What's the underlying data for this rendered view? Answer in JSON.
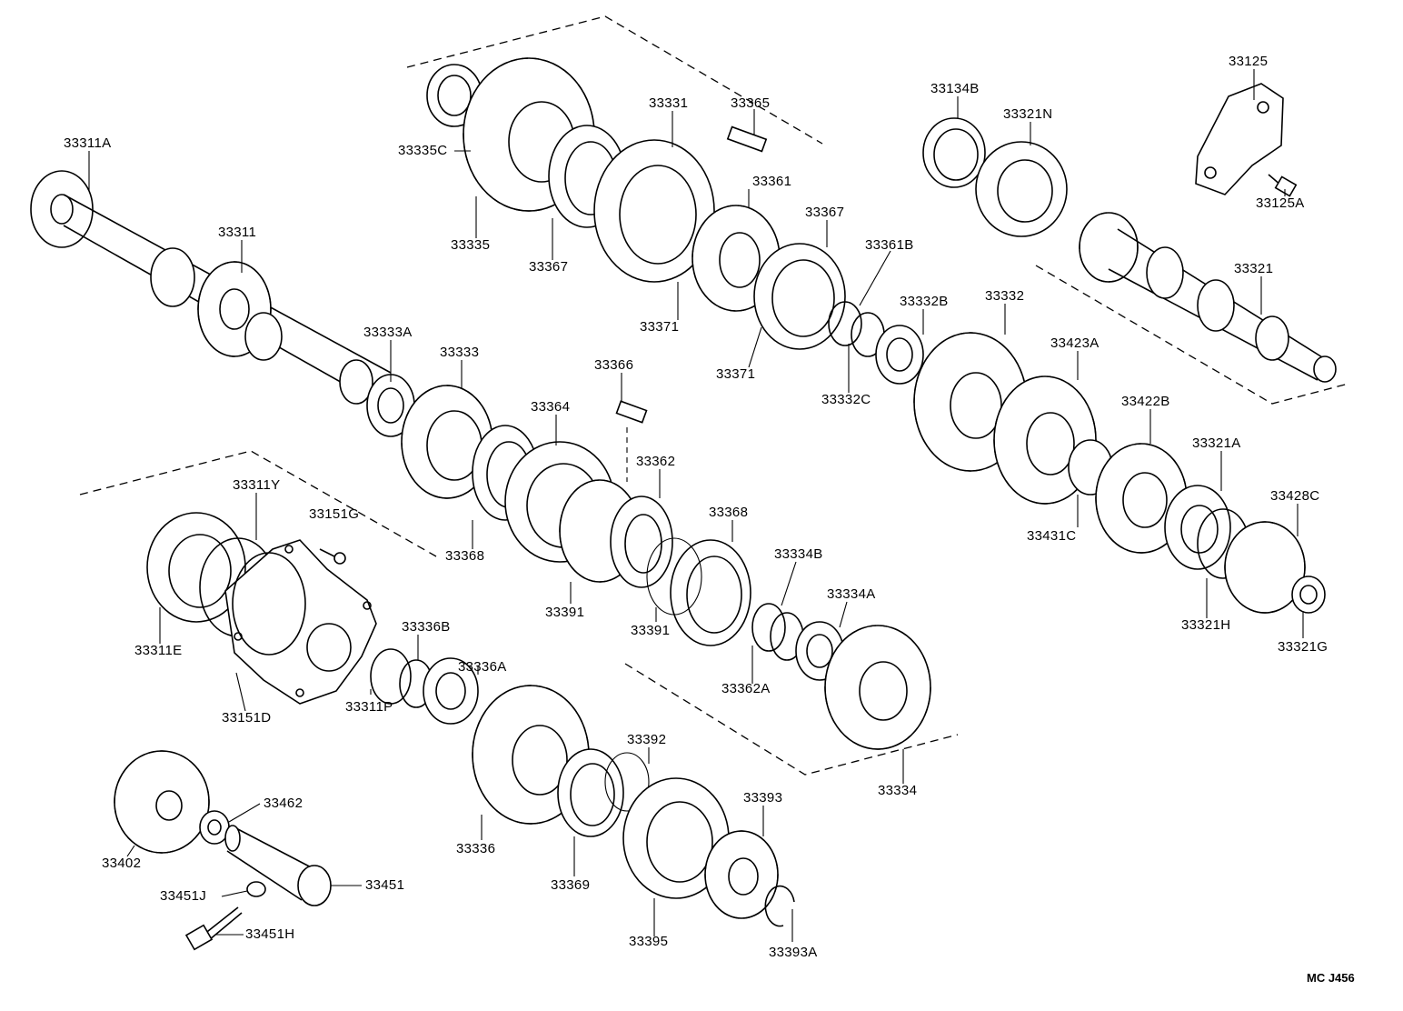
{
  "parts": [
    {
      "id": "33311A"
    },
    {
      "id": "33311"
    },
    {
      "id": "33333A"
    },
    {
      "id": "33333"
    },
    {
      "id": "33335C"
    },
    {
      "id": "33335"
    },
    {
      "id": "33367"
    },
    {
      "id": "33331"
    },
    {
      "id": "33365"
    },
    {
      "id": "33361"
    },
    {
      "id": "33367"
    },
    {
      "id": "33371"
    },
    {
      "id": "33371"
    },
    {
      "id": "33361B"
    },
    {
      "id": "33332B"
    },
    {
      "id": "33332C"
    },
    {
      "id": "33332"
    },
    {
      "id": "33134B"
    },
    {
      "id": "33321N"
    },
    {
      "id": "33125"
    },
    {
      "id": "33125A"
    },
    {
      "id": "33321"
    },
    {
      "id": "33423A"
    },
    {
      "id": "33422B"
    },
    {
      "id": "33321A"
    },
    {
      "id": "33428C"
    },
    {
      "id": "33431C"
    },
    {
      "id": "33321H"
    },
    {
      "id": "33321G"
    },
    {
      "id": "33366"
    },
    {
      "id": "33364"
    },
    {
      "id": "33362"
    },
    {
      "id": "33368"
    },
    {
      "id": "33391"
    },
    {
      "id": "33368"
    },
    {
      "id": "33334B"
    },
    {
      "id": "33334A"
    },
    {
      "id": "33391"
    },
    {
      "id": "33362A"
    },
    {
      "id": "33334"
    },
    {
      "id": "33311Y"
    },
    {
      "id": "33151G"
    },
    {
      "id": "33311E"
    },
    {
      "id": "33151D"
    },
    {
      "id": "33336B"
    },
    {
      "id": "33336A"
    },
    {
      "id": "33311P"
    },
    {
      "id": "33392"
    },
    {
      "id": "33336"
    },
    {
      "id": "33369"
    },
    {
      "id": "33393"
    },
    {
      "id": "33395"
    },
    {
      "id": "33393A"
    },
    {
      "id": "33402"
    },
    {
      "id": "33462"
    },
    {
      "id": "33451"
    },
    {
      "id": "33451J"
    },
    {
      "id": "33451H"
    }
  ],
  "diagram_code": "MC J456"
}
